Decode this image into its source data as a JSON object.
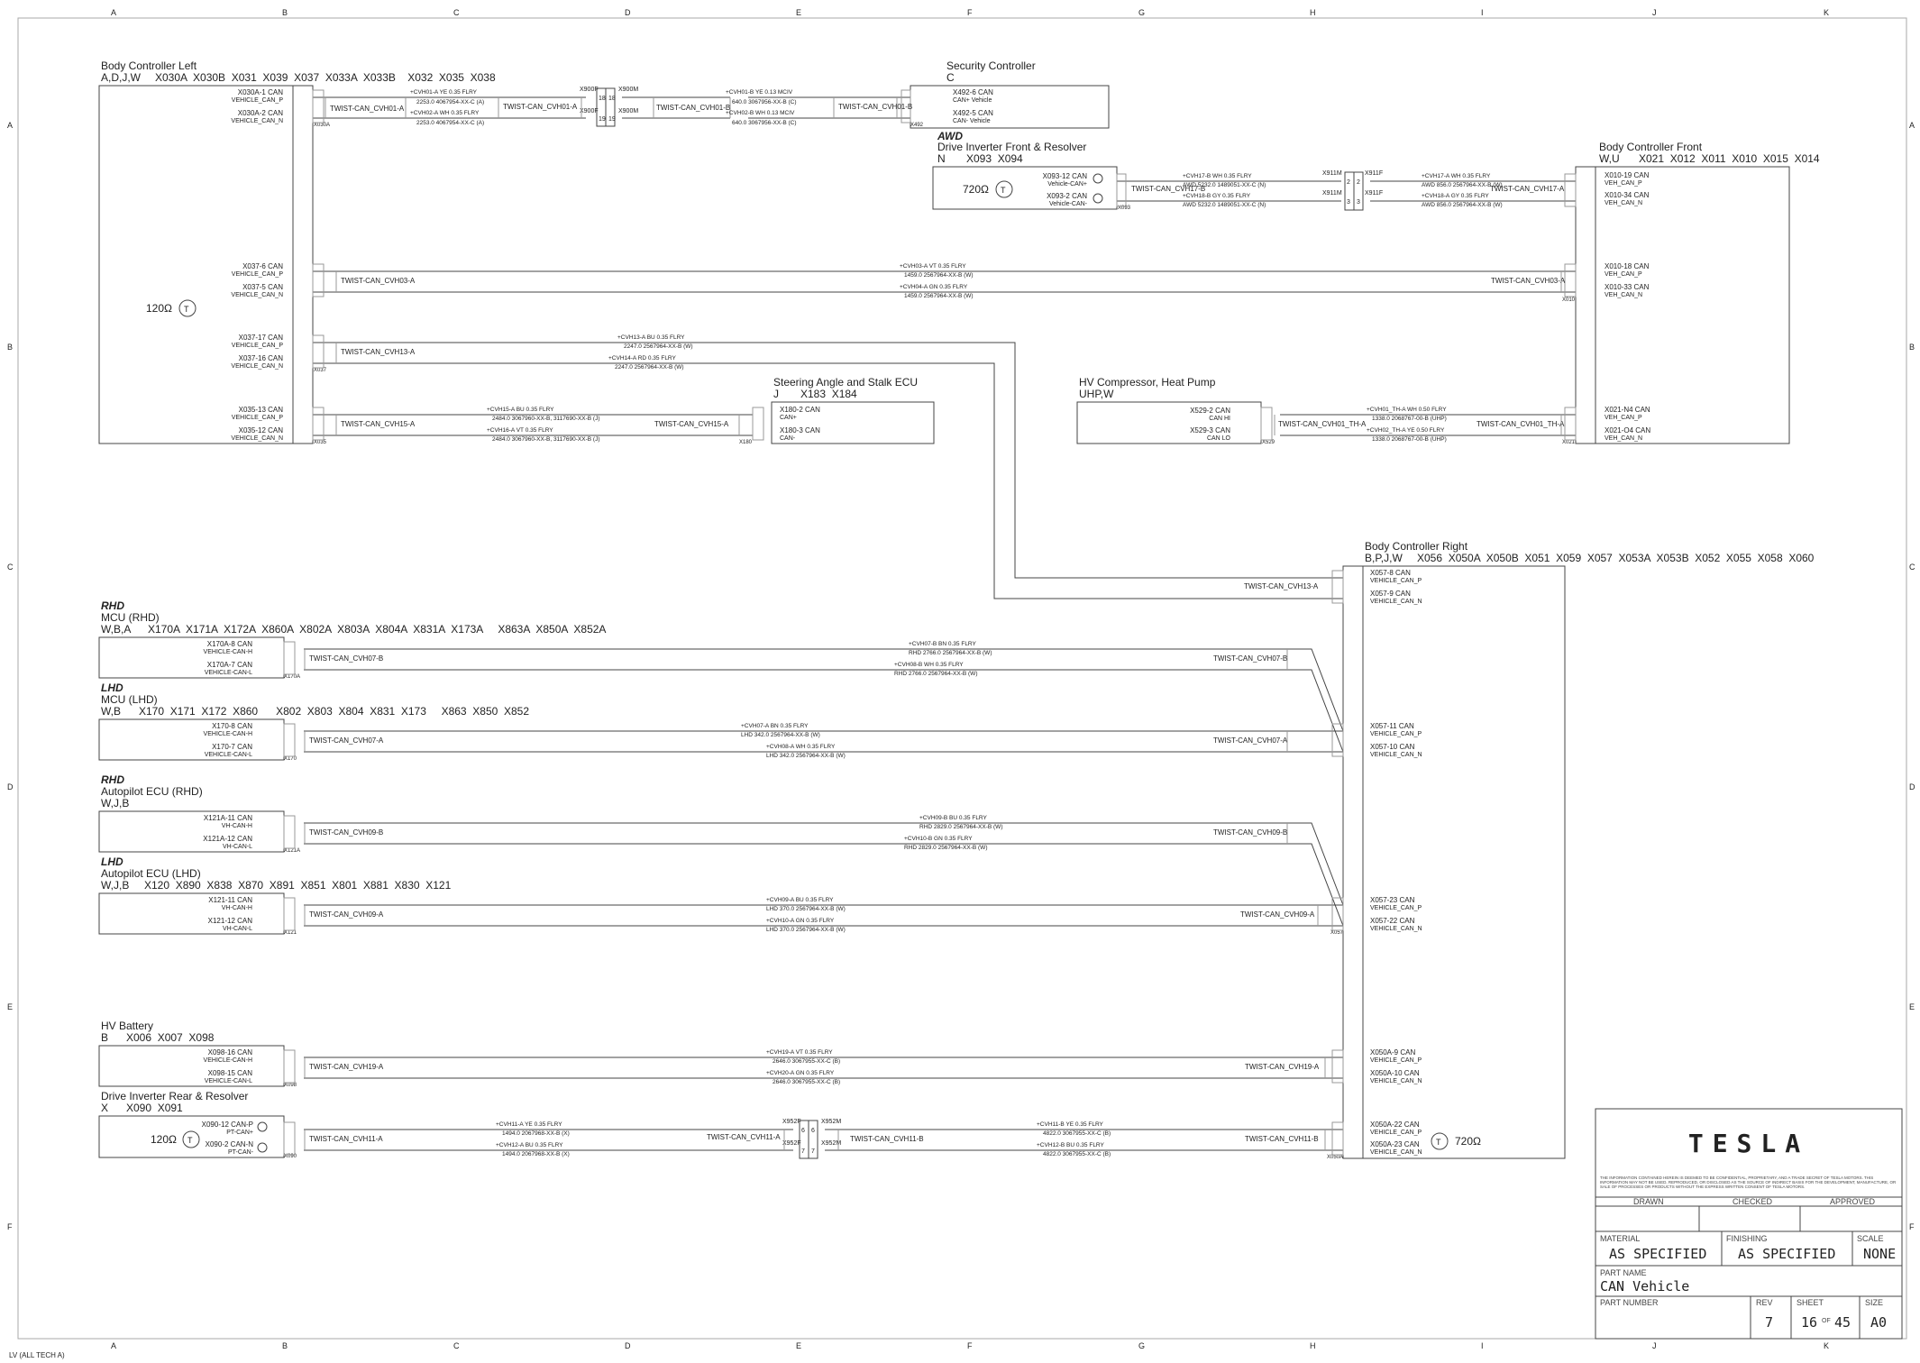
{
  "grid_letters_top": [
    "A",
    "B",
    "C",
    "D",
    "E",
    "F",
    "G",
    "H",
    "I",
    "J",
    "K"
  ],
  "grid_letters_side": [
    "A",
    "B",
    "C",
    "D",
    "E",
    "F"
  ],
  "components": {
    "bcl": {
      "title": "Body Controller Left",
      "variant": "A,D,J,W",
      "connectors": "X030A  X030B  X031  X039  X037  X033A  X033B    X032  X035  X038",
      "pins": [
        [
          "X030A-1 CAN",
          "VEHICLE_CAN_P"
        ],
        [
          "X030A-2 CAN",
          "VEHICLE_CAN_N"
        ],
        [
          "X037-6 CAN",
          "VEHICLE_CAN_P"
        ],
        [
          "X037-5 CAN",
          "VEHICLE_CAN_N"
        ],
        [
          "X037-17 CAN",
          "VEHICLE_CAN_P"
        ],
        [
          "X037-16 CAN",
          "VEHICLE_CAN_N"
        ],
        [
          "X035-13 CAN",
          "VEHICLE_CAN_P"
        ],
        [
          "X035-12 CAN",
          "VEHICLE_CAN_N"
        ]
      ],
      "term": "120Ω",
      "conn_tags": [
        "X030A",
        "X037",
        "X035"
      ]
    },
    "sec": {
      "title": "Security Controller",
      "variant": "C",
      "pins": [
        [
          "X492-6 CAN",
          "CAN+ Vehicle"
        ],
        [
          "X492-5 CAN",
          "CAN- Vehicle"
        ]
      ],
      "conn_tag": "X492"
    },
    "dif": {
      "qual": "AWD",
      "title": "Drive Inverter Front & Resolver",
      "variant": "N",
      "connectors": "X093  X094",
      "pins": [
        [
          "X093-12 CAN",
          "Vehicle-CAN+"
        ],
        [
          "X093-2 CAN",
          "Vehicle-CAN-"
        ]
      ],
      "term": "720Ω",
      "conn_tag": "X093"
    },
    "bcf": {
      "title": "Body Controller Front",
      "variant": "W,U",
      "connectors": "X021  X012  X011  X010  X015  X014",
      "pins": [
        [
          "X010-19 CAN",
          "VEH_CAN_P"
        ],
        [
          "X010-34 CAN",
          "VEH_CAN_N"
        ],
        [
          "X010-18 CAN",
          "VEH_CAN_P"
        ],
        [
          "X010-33 CAN",
          "VEH_CAN_N"
        ],
        [
          "X021-N4 CAN",
          "VEH_CAN_P"
        ],
        [
          "X021-O4 CAN",
          "VEH_CAN_N"
        ]
      ],
      "conn_tags": [
        "X010",
        "X021"
      ]
    },
    "sas": {
      "title": "Steering Angle and Stalk ECU",
      "variant": "J",
      "connectors": "X183  X184",
      "pins": [
        [
          "X180-2 CAN",
          "CAN+"
        ],
        [
          "X180-3 CAN",
          "CAN-"
        ]
      ],
      "conn_tag": "X180"
    },
    "hvc": {
      "title": "HV Compressor, Heat Pump",
      "variant": "UHP,W",
      "pins": [
        [
          "X529-2 CAN",
          "CAN HI"
        ],
        [
          "X529-3 CAN",
          "CAN LO"
        ]
      ],
      "conn_tag": "X529"
    },
    "bcr": {
      "title": "Body Controller Right",
      "variant": "B,P,J,W",
      "connectors": "X056  X050A  X050B  X051  X059  X057  X053A  X053B  X052  X055  X058  X060",
      "pins": [
        [
          "X057-8 CAN",
          "VEHICLE_CAN_P"
        ],
        [
          "X057-9 CAN",
          "VEHICLE_CAN_N"
        ],
        [
          "X057-11 CAN",
          "VEHICLE_CAN_P"
        ],
        [
          "X057-10 CAN",
          "VEHICLE_CAN_N"
        ],
        [
          "X057-23 CAN",
          "VEHICLE_CAN_P"
        ],
        [
          "X057-22 CAN",
          "VEHICLE_CAN_N"
        ],
        [
          "X050A-9 CAN",
          "VEHICLE_CAN_P"
        ],
        [
          "X050A-10 CAN",
          "VEHICLE_CAN_N"
        ],
        [
          "X050A-22 CAN",
          "VEHICLE_CAN_P"
        ],
        [
          "X050A-23 CAN",
          "VEHICLE_CAN_N"
        ]
      ],
      "term": "720Ω",
      "conn_tags": [
        "X057",
        "X050A"
      ]
    },
    "mcur": {
      "qual": "RHD",
      "title": "MCU (RHD)",
      "variant": "W,B,A",
      "connectors": "X170A  X171A  X172A  X860A  X802A  X803A  X804A  X831A  X173A     X863A  X850A  X852A",
      "pins": [
        [
          "X170A-8 CAN",
          "VEHICLE-CAN-H"
        ],
        [
          "X170A-7 CAN",
          "VEHICLE-CAN-L"
        ]
      ],
      "conn_tag": "X170A"
    },
    "mcul": {
      "qual": "LHD",
      "title": "MCU (LHD)",
      "variant": "W,B",
      "connectors": "X170  X171  X172  X860      X802  X803  X804  X831  X173     X863  X850  X852",
      "pins": [
        [
          "X170-8 CAN",
          "VEHICLE-CAN-H"
        ],
        [
          "X170-7 CAN",
          "VEHICLE-CAN-L"
        ]
      ],
      "conn_tag": "X170"
    },
    "apr": {
      "qual": "RHD",
      "title": "Autopilot ECU (RHD)",
      "variant": "W,J,B",
      "pins": [
        [
          "X121A-11 CAN",
          "VH-CAN-H"
        ],
        [
          "X121A-12 CAN",
          "VH-CAN-L"
        ]
      ],
      "conn_tag": "X121A"
    },
    "apl": {
      "qual": "LHD",
      "title": "Autopilot ECU (LHD)",
      "variant": "W,J,B",
      "connectors": "X120  X890  X838  X870  X891  X851  X801  X881  X830  X121",
      "pins": [
        [
          "X121-11 CAN",
          "VH-CAN-H"
        ],
        [
          "X121-12 CAN",
          "VH-CAN-L"
        ]
      ],
      "conn_tag": "X121"
    },
    "hvb": {
      "title": "HV Battery",
      "variant": "B",
      "connectors": "X006  X007  X098",
      "pins": [
        [
          "X098-16 CAN",
          "VEHICLE-CAN-H"
        ],
        [
          "X098-15 CAN",
          "VEHICLE-CAN-L"
        ]
      ],
      "conn_tag": "X098"
    },
    "dir": {
      "title": "Drive Inverter Rear & Resolver",
      "variant": "X",
      "connectors": "X090  X091",
      "pins": [
        [
          "X090-12 CAN-P",
          "PT-CAN+"
        ],
        [
          "X090-2 CAN-N",
          "PT-CAN-"
        ]
      ],
      "term": "120Ω",
      "conn_tag": "X090"
    }
  },
  "twists": [
    "TWIST-CAN_CVH01-A",
    "TWIST-CAN_CVH01-A",
    "TWIST-CAN_CVH01-B",
    "TWIST-CAN_CVH01-B",
    "TWIST-CAN_CVH17-B",
    "TWIST-CAN_CVH17-A",
    "TWIST-CAN_CVH03-A",
    "TWIST-CAN_CVH03-A",
    "TWIST-CAN_CVH13-A",
    "TWIST-CAN_CVH15-A",
    "TWIST-CAN_CVH15-A",
    "TWIST-CAN_CVH01_TH-A",
    "TWIST-CAN_CVH01_TH-A",
    "TWIST-CAN_CVH13-A",
    "TWIST-CAN_CVH07-B",
    "TWIST-CAN_CVH07-B",
    "TWIST-CAN_CVH07-A",
    "TWIST-CAN_CVH07-A",
    "TWIST-CAN_CVH09-B",
    "TWIST-CAN_CVH09-B",
    "TWIST-CAN_CVH09-A",
    "TWIST-CAN_CVH09-A",
    "TWIST-CAN_CVH19-A",
    "TWIST-CAN_CVH19-A",
    "TWIST-CAN_CVH11-A",
    "TWIST-CAN_CVH11-A",
    "TWIST-CAN_CVH11-B",
    "TWIST-CAN_CVH11-B"
  ],
  "wires": [
    {
      "a": "+CVH01-A   YE   0.35   FLRY",
      "b": "2253.0   4067954-XX-C (A)"
    },
    {
      "a": "+CVH02-A   WH   0.35   FLRY",
      "b": "2253.0   4067954-XX-C (A)"
    },
    {
      "a": "+CVH01-B   YE   0.13   MCIV",
      "b": "640.0   3067956-XX-B (C)"
    },
    {
      "a": "+CVH02-B   WH   0.13   MCIV",
      "b": "640.0   3067956-XX-B (C)"
    },
    {
      "a": "+CVH17-B   WH   0.35   FLRY",
      "b": "AWD  5232.0   1489051-XX-C (N)"
    },
    {
      "a": "+CVH18-B   GY   0.35   FLRY",
      "b": "AWD  5232.0   1489051-XX-C (N)"
    },
    {
      "a": "+CVH17-A   WH   0.35   FLRY",
      "b": "AWD  856.0   2567964-XX-B (W)"
    },
    {
      "a": "+CVH18-A   GY   0.35   FLRY",
      "b": "AWD  856.0   2567964-XX-B (W)"
    },
    {
      "a": "+CVH03-A   VT   0.35   FLRY",
      "b": "1459.0   2567964-XX-B (W)"
    },
    {
      "a": "+CVH04-A   GN   0.35   FLRY",
      "b": "1459.0   2567964-XX-B (W)"
    },
    {
      "a": "+CVH13-A   BU   0.35   FLRY",
      "b": "2247.0   2567964-XX-B (W)"
    },
    {
      "a": "+CVH14-A   RD   0.35   FLRY",
      "b": "2247.0   2567964-XX-B (W)"
    },
    {
      "a": "+CVH15-A   BU   0.35   FLRY",
      "b": "2484.0   3067960-XX-B, 3117690-XX-B (J)"
    },
    {
      "a": "+CVH16-A   VT   0.35   FLRY",
      "b": "2484.0   3067960-XX-B, 3117690-XX-B (J)"
    },
    {
      "a": "+CVH01_TH-A   WH   0.50   FLRY",
      "b": "1338.0   2068767-00-B (UHP)"
    },
    {
      "a": "+CVH02_TH-A   YE   0.50   FLRY",
      "b": "1338.0   2068767-00-B (UHP)"
    },
    {
      "a": "+CVH07-B   BN   0.35   FLRY",
      "b": "RHD  2766.0   2567964-XX-B (W)"
    },
    {
      "a": "+CVH08-B   WH   0.35   FLRY",
      "b": "RHD  2766.0   2567964-XX-B (W)"
    },
    {
      "a": "+CVH07-A   BN   0.35   FLRY",
      "b": "LHD  342.0   2567964-XX-B (W)"
    },
    {
      "a": "+CVH08-A   WH   0.35   FLRY",
      "b": "LHD  342.0   2567964-XX-B (W)"
    },
    {
      "a": "+CVH09-B   BU   0.35   FLRY",
      "b": "RHD  2829.0   2567964-XX-B (W)"
    },
    {
      "a": "+CVH10-B   GN   0.35   FLRY",
      "b": "RHD  2829.0   2567964-XX-B (W)"
    },
    {
      "a": "+CVH09-A   BU   0.35   FLRY",
      "b": "LHD  370.0   2567964-XX-B (W)"
    },
    {
      "a": "+CVH10-A   GN   0.35   FLRY",
      "b": "LHD  370.0   2567964-XX-B (W)"
    },
    {
      "a": "+CVH19-A   VT   0.35   FLRY",
      "b": "2646.0   3067955-XX-C (B)"
    },
    {
      "a": "+CVH20-A   GN   0.35   FLRY",
      "b": "2646.0   3067955-XX-C (B)"
    },
    {
      "a": "+CVH11-A   YE   0.35   FLRY",
      "b": "1494.0   2067968-XX-B (X)"
    },
    {
      "a": "+CVH12-A   BU   0.35   FLRY",
      "b": "1494.0   2067968-XX-B (X)"
    },
    {
      "a": "+CVH11-B   YE   0.35   FLRY",
      "b": "4822.0   3067955-XX-C (B)"
    },
    {
      "a": "+CVH12-B   BU   0.35   FLRY",
      "b": "4822.0   3067955-XX-C (B)"
    }
  ],
  "splices": [
    "X900F",
    "X900M",
    "X900F",
    "X900M",
    "X911M",
    "X911F",
    "X911M",
    "X911F",
    "X952F",
    "X952M",
    "X952F",
    "X952M"
  ],
  "splice_pins": [
    "18",
    "18",
    "19",
    "19",
    "2",
    "2",
    "3",
    "3",
    "6",
    "6",
    "7",
    "7"
  ],
  "logo": "TESLA",
  "title_block": {
    "disclaimer": "THE INFORMATION CONTAINED HEREIN IS DEEMED TO BE CONFIDENTIAL, PROPRIETARY, AND A TRADE SECRET OF TESLA MOTORS.  THIS INFORMATION MAY NOT BE USED, REPRODUCED, OR DISCLOSED AS THE SOURCE OF INDIRECT BASIS FOR THE DEVELOPMENT, MANUFACTURE, OR SALE OF PROCESSES OR PRODUCTS WITHOUT THE EXPRESS WRITTEN CONSENT OF TESLA MOTORS.",
    "drawn": "DRAWN",
    "checked": "CHECKED",
    "approved": "APPROVED",
    "material_label": "MATERIAL",
    "material": "AS SPECIFIED",
    "finishing_label": "FINISHING",
    "finishing": "AS SPECIFIED",
    "scale_label": "SCALE",
    "scale": "NONE",
    "part_name_label": "PART NAME",
    "part_name": "CAN Vehicle",
    "part_number_label": "PART NUMBER",
    "rev_label": "REV",
    "rev": "7",
    "sheet_label": "SHEET",
    "sheet": "16",
    "of": "OF",
    "sheets": "45",
    "size_label": "SIZE",
    "size": "A0"
  },
  "footer": "LV (ALL TECH A)"
}
